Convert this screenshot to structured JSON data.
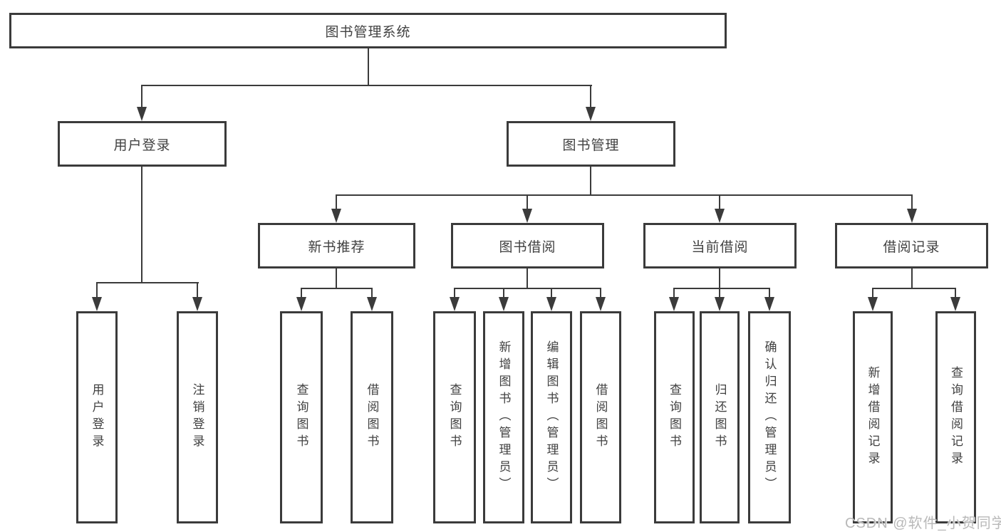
{
  "tree": {
    "root": {
      "label": "图书管理系统",
      "children": [
        {
          "label": "用户登录",
          "children": [
            {
              "label": "用户登录"
            },
            {
              "label": "注销登录"
            }
          ]
        },
        {
          "label": "图书管理",
          "children": [
            {
              "label": "新书推荐",
              "children": [
                {
                  "label": "查询图书"
                },
                {
                  "label": "借阅图书"
                }
              ]
            },
            {
              "label": "图书借阅",
              "children": [
                {
                  "label": "查询图书"
                },
                {
                  "label": "新增图书（管理员）"
                },
                {
                  "label": "编辑图书（管理员）"
                },
                {
                  "label": "借阅图书"
                }
              ]
            },
            {
              "label": "当前借阅",
              "children": [
                {
                  "label": "查询图书"
                },
                {
                  "label": "归还图书"
                },
                {
                  "label": "确认归还（管理员）"
                }
              ]
            },
            {
              "label": "借阅记录",
              "children": [
                {
                  "label": "新增借阅记录"
                },
                {
                  "label": "查询借阅记录"
                }
              ]
            }
          ]
        }
      ]
    }
  },
  "watermark": {
    "text": "CSDN @软件_小贺同学"
  },
  "colors": {
    "line": "#3b3b3b",
    "text": "#414141",
    "watermark": "#b9b9b9",
    "background": "#ffffff",
    "box_fill": "#ffffff"
  }
}
